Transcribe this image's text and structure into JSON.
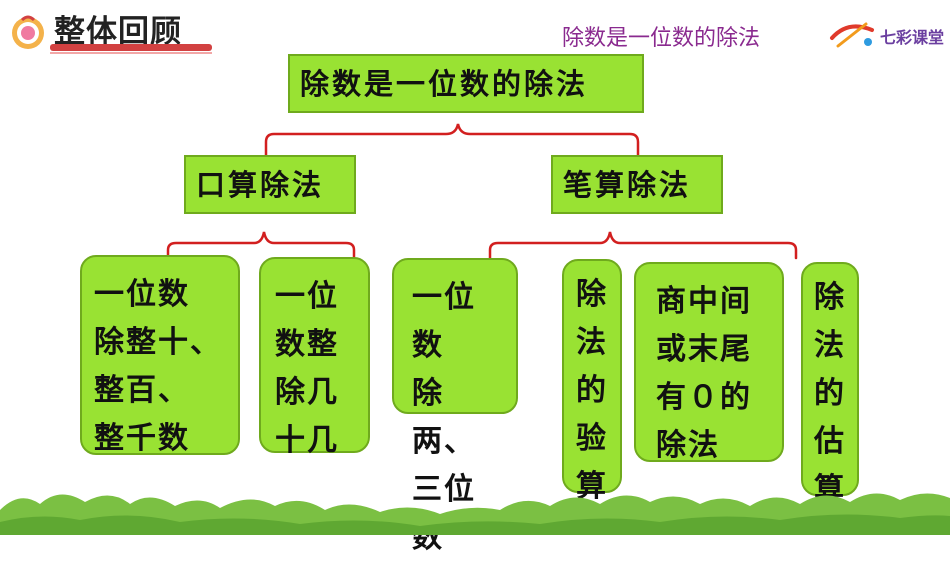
{
  "header": {
    "title": "整体回顾",
    "lesson_title": "除数是一位数的除法",
    "brand_text": "七彩课堂"
  },
  "root": {
    "label": "除数是一位数的除法"
  },
  "branches": [
    {
      "label": "口算除法",
      "leaves": [
        {
          "lines": [
            "一位数",
            "除整十、",
            "整百、",
            "整千数"
          ]
        },
        {
          "lines": [
            "一位",
            "数整",
            "除几",
            "十几"
          ]
        }
      ]
    },
    {
      "label": "笔算除法",
      "leaves": [
        {
          "lines": [
            "一位数",
            "除两、",
            "三位数"
          ]
        },
        {
          "lines": [
            "除",
            "法",
            "的",
            "验",
            "算"
          ]
        },
        {
          "lines": [
            "商中间",
            "或末尾",
            "有０的",
            "除法"
          ]
        },
        {
          "lines": [
            "除",
            "法",
            "的",
            "估",
            "算"
          ]
        }
      ]
    }
  ],
  "colors": {
    "box_fill": "#99e233",
    "box_border": "#6faa1d",
    "connector": "#d21f1f",
    "lesson_title": "#8a2a8f"
  }
}
